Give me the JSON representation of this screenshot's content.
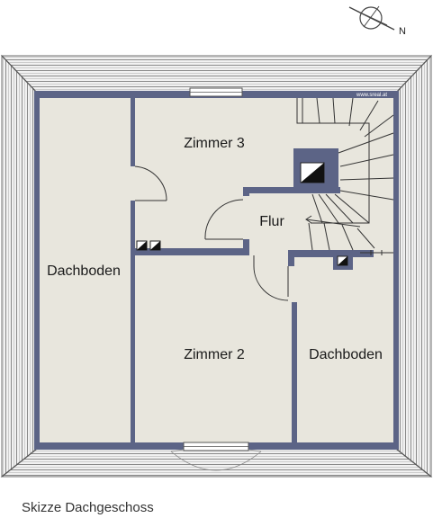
{
  "plan": {
    "rooms": {
      "zimmer3": "Zimmer 3",
      "flur": "Flur",
      "dachboden_left": "Dachboden",
      "zimmer2": "Zimmer 2",
      "dachboden_right": "Dachboden"
    },
    "watermark": "www.sreal.at",
    "compass_label": "N",
    "caption": "Skizze Dachgeschoss"
  },
  "colors": {
    "wall": "#5c6486",
    "floor": "#e8e6dd",
    "roof_fill": "#f1f1f1",
    "roof_line": "#8a8a8a"
  }
}
